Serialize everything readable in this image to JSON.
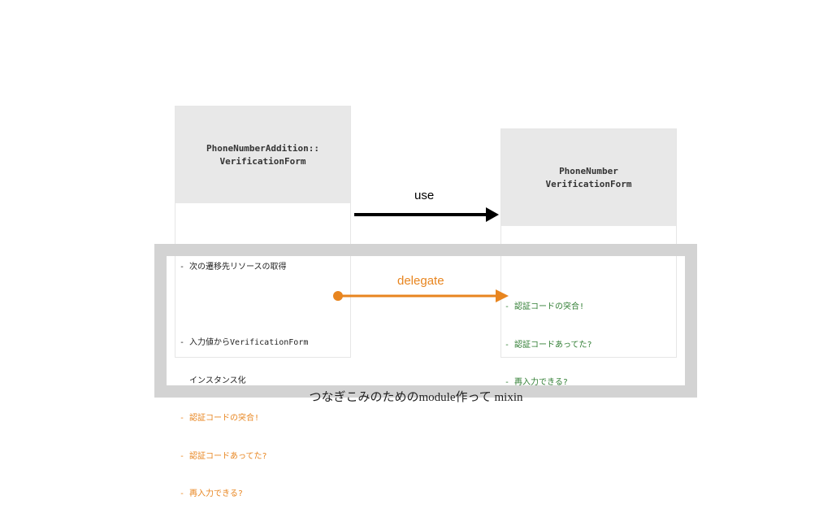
{
  "left_card": {
    "title_lines": [
      "PhoneNumberAddition::",
      "VerificationForm"
    ],
    "responsibilities": [
      {
        "text": "- 次の遷移先リソースの取得",
        "role": "plain"
      },
      {
        "text": "",
        "role": "plain"
      },
      {
        "text": "- 入力値からVerificationForm",
        "role": "plain"
      },
      {
        "text": "  インスタンス化",
        "role": "plain"
      },
      {
        "text": "- 認証コードの突合!",
        "role": "delegated"
      },
      {
        "text": "- 認証コードあってた?",
        "role": "delegated"
      },
      {
        "text": "- 再入力できる?",
        "role": "delegated"
      }
    ]
  },
  "right_card": {
    "title_lines": [
      "PhoneNumber",
      "VerificationForm"
    ],
    "responsibilities": [
      {
        "text": "- 認証コードの突合!",
        "role": "mixin"
      },
      {
        "text": "- 認証コードあってた?",
        "role": "mixin"
      },
      {
        "text": "- 再入力できる?",
        "role": "mixin"
      }
    ]
  },
  "arrows": {
    "use_label": "use",
    "delegate_label": "delegate"
  },
  "frame_caption": "つなぎこみのためのmodule作って mixin",
  "colors": {
    "delegate": "#e8851f",
    "mixin_text": "#2f7d32",
    "frame": "#d3d3d3",
    "header": "#e8e8e8",
    "use_arrow": "#000000"
  }
}
